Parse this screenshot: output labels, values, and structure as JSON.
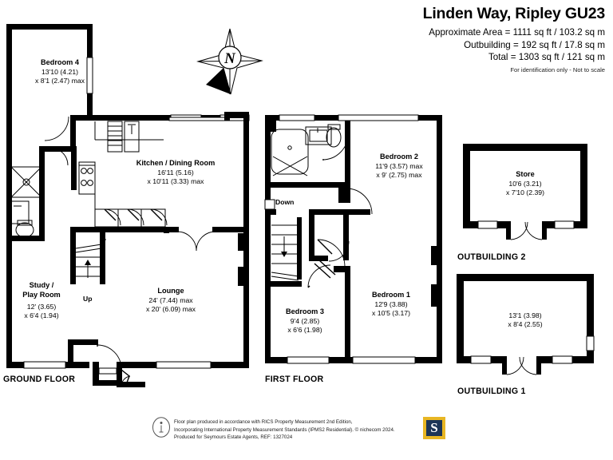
{
  "header": {
    "title": "Linden Way, Ripley GU23",
    "area_line1": "Approximate Area = 1111 sq ft / 103.2 sq m",
    "area_line2": "Outbuilding = 192  sq ft / 17.8 sq m",
    "area_line3": "Total = 1303 sq ft / 121 sq m",
    "disclaimer": "For identification only - Not to scale"
  },
  "compass": {
    "label": "N"
  },
  "floors": {
    "ground_label": "GROUND FLOOR",
    "first_label": "FIRST FLOOR",
    "outbuilding1_label": "OUTBUILDING 1",
    "outbuilding2_label": "OUTBUILDING 2"
  },
  "stairs": {
    "up_label": "Up",
    "down_label": "Down"
  },
  "rooms": {
    "ground": [
      {
        "name": "Bedroom 4",
        "dim1": "13'10 (4.21)",
        "dim2": "x 8'1 (2.47) max"
      },
      {
        "name": "Kitchen / Dining Room",
        "dim1": "16'11 (5.16)",
        "dim2": "x 10'11 (3.33) max"
      },
      {
        "name_l1": "Study /",
        "name_l2": "Play Room",
        "dim1": "12' (3.65)",
        "dim2": "x 6'4 (1.94)"
      },
      {
        "name": "Lounge",
        "dim1": "24' (7.44) max",
        "dim2": "x 20' (6.09) max"
      }
    ],
    "first": [
      {
        "name": "Bedroom 2",
        "dim1": "11'9 (3.57) max",
        "dim2": "x 9' (2.75) max"
      },
      {
        "name": "Bedroom 1",
        "dim1": "12'9 (3.88)",
        "dim2": "x 10'5 (3.17)"
      },
      {
        "name": "Bedroom 3",
        "dim1": "9'4 (2.85)",
        "dim2": "x 6'6 (1.98)"
      }
    ],
    "outbuildings": [
      {
        "name": "Store",
        "dim1": "10'6 (3.21)",
        "dim2": "x 7'10 (2.39)"
      },
      {
        "name": "",
        "dim1": "13'1 (3.98)",
        "dim2": "x 8'4 (2.55)"
      }
    ]
  },
  "footer": {
    "line1": "Floor plan produced in accordance with RICS Property Measurement 2nd Edition,",
    "line2": "Incorporating International Property Measurement Standards (IPMS2 Residential).    © nichecom 2024.",
    "line3": "Produced for Seymours Estate Agents,   REF: 1327024",
    "logo_letter": "S",
    "logo_bg": "#e8b623",
    "logo_fg": "#1c3557"
  },
  "colors": {
    "wall": "#000000",
    "background": "#ffffff",
    "fixture_line": "#000000"
  }
}
